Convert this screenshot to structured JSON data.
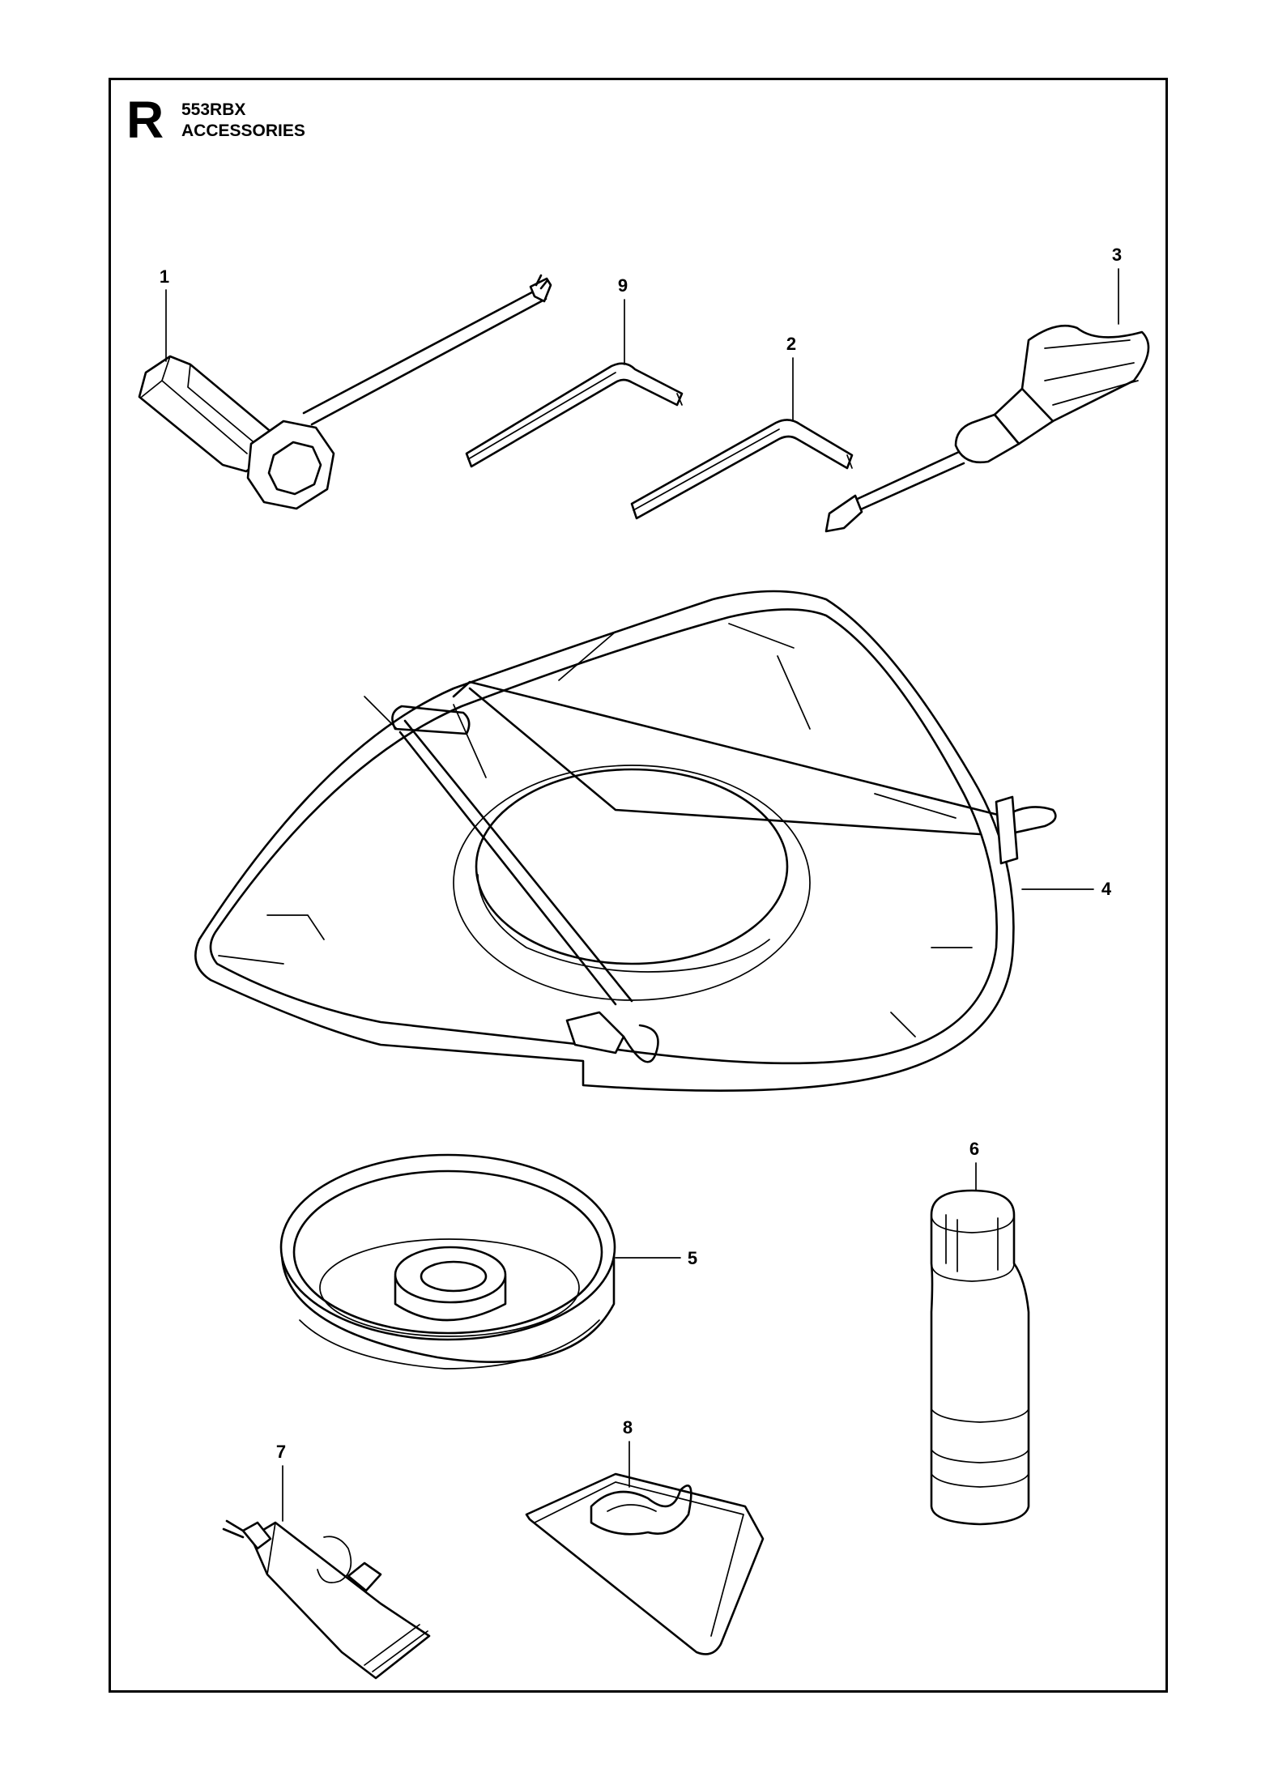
{
  "header": {
    "section_letter": "R",
    "model": "553RBX",
    "title": "ACCESSORIES"
  },
  "callouts": [
    "1",
    "9",
    "2",
    "3",
    "4",
    "5",
    "6",
    "7",
    "8"
  ]
}
